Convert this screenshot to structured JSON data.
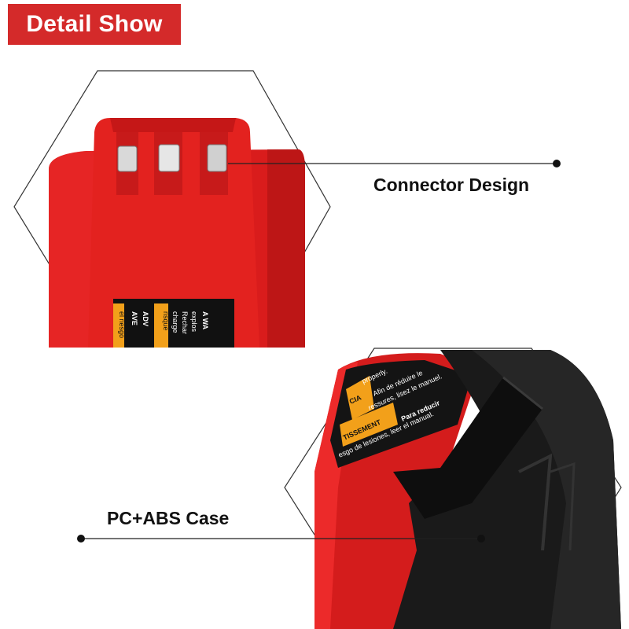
{
  "header": {
    "title": "Detail Show"
  },
  "callouts": {
    "connector": "Connector Design",
    "case": "PC+ABS Case"
  },
  "colors": {
    "brand_red": "#d42a2a",
    "battery_red": "#e01c1c",
    "case_black": "#1a1a1a"
  },
  "label_lines": {
    "top": [
      "A WA",
      "explos",
      "Rechar",
      "charge",
      "risque",
      "el riesgo"
    ],
    "top_warn": [
      "ADV",
      "AVE"
    ],
    "bottom": [
      "properly.",
      "Afin de réduire le",
      "ressures, lisez le manuel.",
      "Para reducir",
      "esgo de lesiones, leer el manual."
    ],
    "bottom_warn": [
      "CIA",
      "TISSEMENT"
    ]
  }
}
